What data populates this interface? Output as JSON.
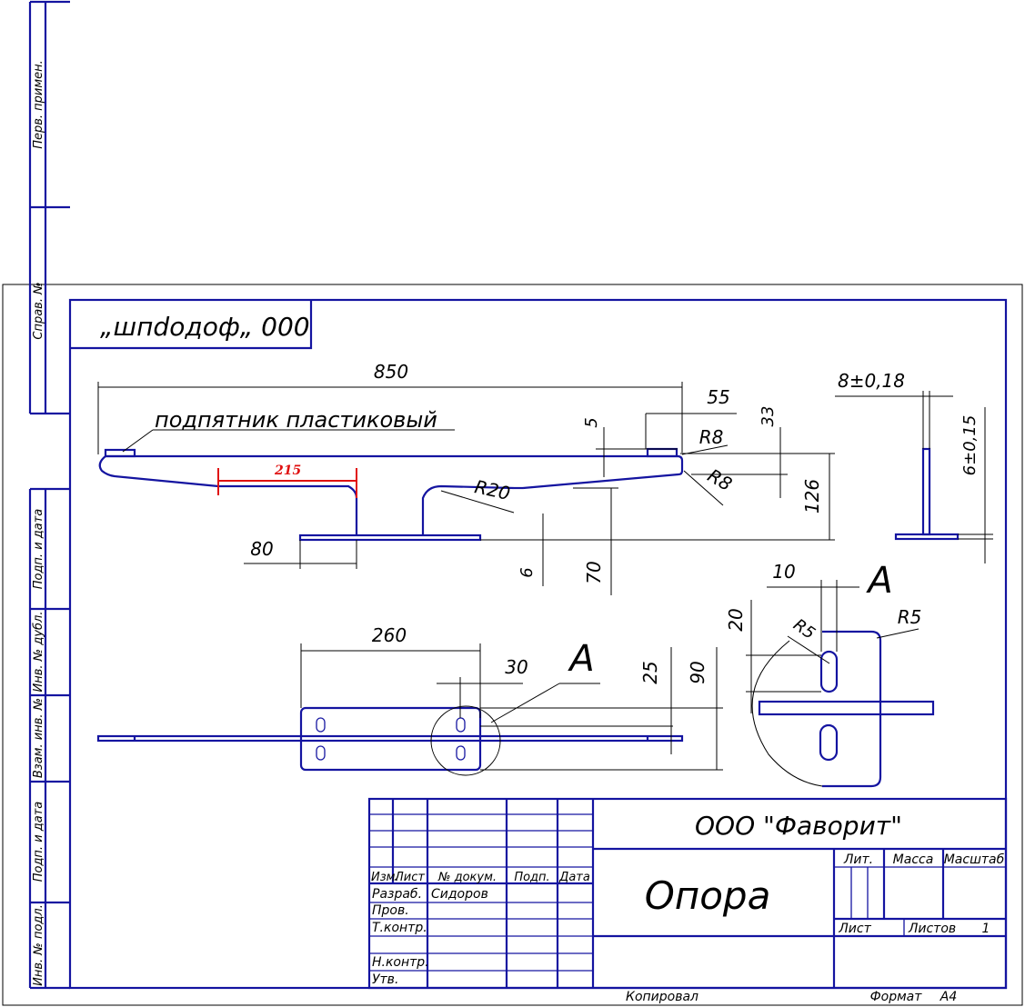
{
  "stamp": {
    "mirrored_code": "„шпdoдoф„ 000"
  },
  "side_columns": {
    "upper": [
      "Перв. примен.",
      "Справ. №"
    ],
    "lower": [
      "Подп. и дата",
      "Инв. № дубл.",
      "Взам. инв. №",
      "Подп. и дата",
      "Инв. № подл."
    ]
  },
  "drawing": {
    "callout": "подпятник пластиковый",
    "red_dim": "215",
    "colors": {
      "outline": "#1414a0",
      "dimension": "#000000",
      "highlight": "#e01010"
    },
    "front_dims": {
      "d850": "850",
      "d55": "55",
      "d5": "5",
      "d33": "33",
      "r8a": "R8",
      "r8b": "R8",
      "r20": "R20",
      "d126": "126",
      "d80": "80",
      "d6": "6",
      "d70": "70"
    },
    "side_dims": {
      "d8": "8±0,18",
      "d6": "6±0,15"
    },
    "top_dims": {
      "d260": "260",
      "d30": "30",
      "d25": "25",
      "d90": "90",
      "view_label": "A"
    },
    "detail_dims": {
      "d10": "10",
      "d20": "20",
      "r5a": "R5",
      "r5b": "R5",
      "view_label": "A"
    }
  },
  "title_block": {
    "company": "ООО \"Фаворит\"",
    "part_name": "Опора",
    "headers": {
      "izm": "Изм.",
      "list": "Лист",
      "doc_no": "№ докум.",
      "sign": "Подп.",
      "date": "Дата"
    },
    "roles": [
      "Разраб.",
      "Пров.",
      "Т.контр.",
      "Н.контр.",
      "Утв."
    ],
    "developer": "Сидоров",
    "cells": {
      "lit": "Лит.",
      "mass": "Масса",
      "scale": "Масштаб",
      "sheet": "Лист",
      "sheets": "Листов",
      "sheets_count": "1"
    }
  },
  "footer": {
    "copied": "Копировал",
    "format": "Формат",
    "format_value": "А4"
  }
}
